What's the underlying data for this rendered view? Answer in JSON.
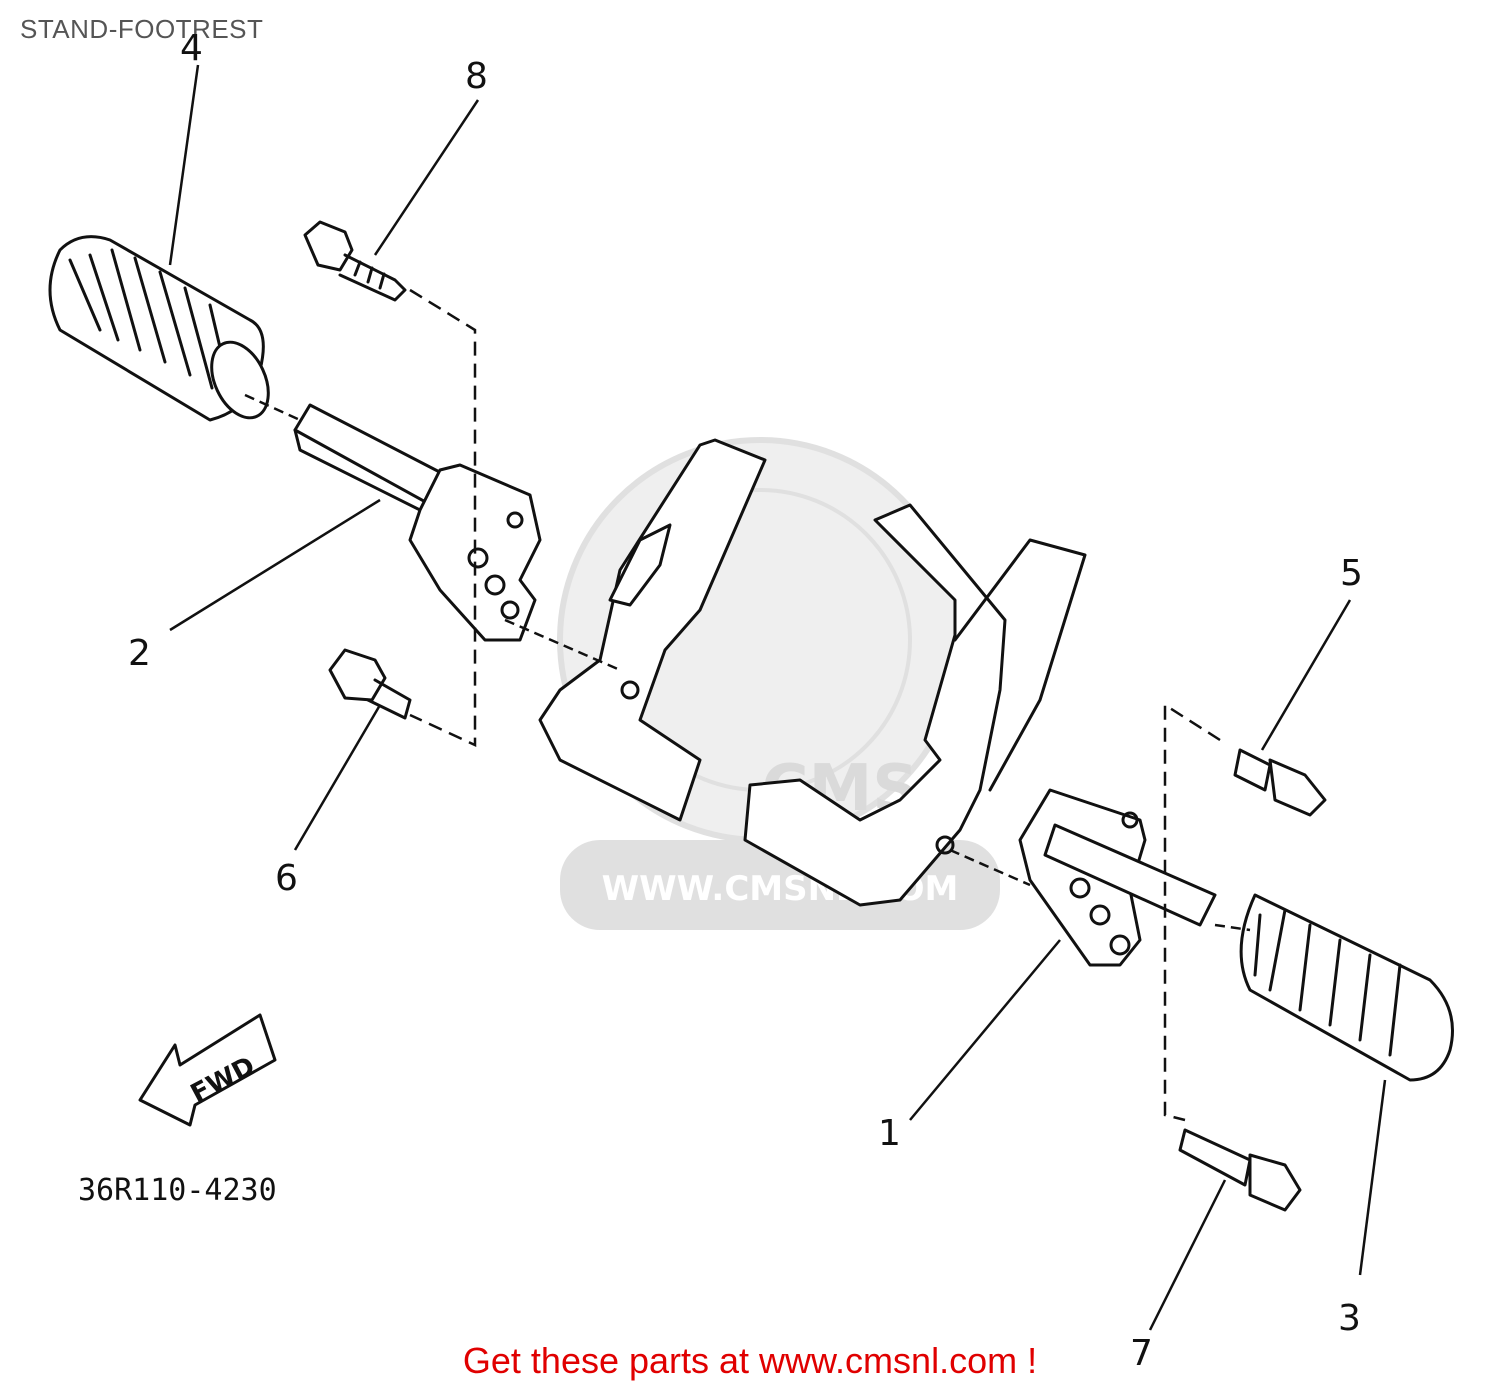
{
  "title": "STAND-FOOTREST",
  "diagram_code": "36R110-4230",
  "fwd_label": "FWD",
  "watermark": {
    "logo_text": "CMS",
    "url_text": "WWW.CMSNL.COM"
  },
  "callouts": [
    {
      "label": "1"
    },
    {
      "label": "2"
    },
    {
      "label": "3"
    },
    {
      "label": "4"
    },
    {
      "label": "5"
    },
    {
      "label": "6"
    },
    {
      "label": "7"
    },
    {
      "label": "8"
    }
  ],
  "footer": "Get these parts at www.cmsnl.com !",
  "colors": {
    "footer": "#e00000",
    "watermark": "#c8c8c8",
    "line": "#111111"
  }
}
